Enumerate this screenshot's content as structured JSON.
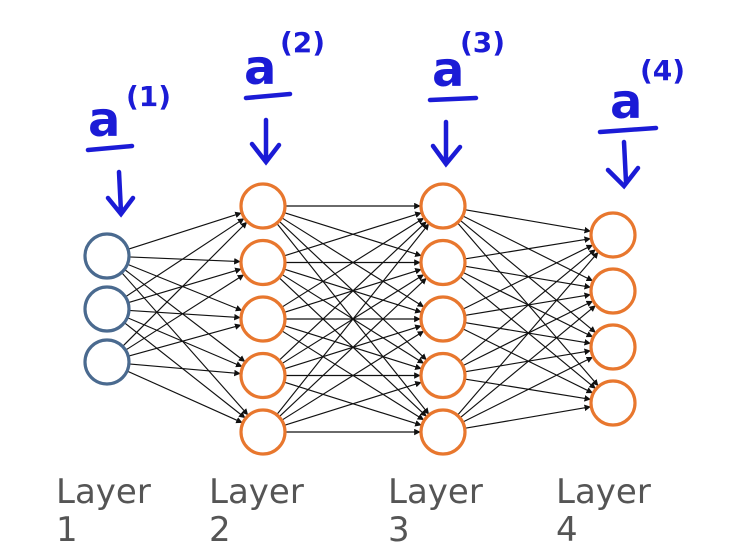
{
  "colors": {
    "input_node": "#4a6a8f",
    "hidden_node": "#e8772e",
    "edge": "#111111",
    "annotation": "#1b1bd6",
    "label": "#555555"
  },
  "layers": [
    {
      "label": "Layer",
      "number": "1",
      "nodes": 3,
      "kind": "input"
    },
    {
      "label": "Layer",
      "number": "2",
      "nodes": 5,
      "kind": "hidden"
    },
    {
      "label": "Layer",
      "number": "3",
      "nodes": 5,
      "kind": "hidden"
    },
    {
      "label": "Layer",
      "number": "4",
      "nodes": 4,
      "kind": "hidden"
    }
  ],
  "annotations": [
    {
      "symbol": "a",
      "superscript": "(1)"
    },
    {
      "symbol": "a",
      "superscript": "(2)"
    },
    {
      "symbol": "a",
      "superscript": "(3)"
    },
    {
      "symbol": "a",
      "superscript": "(4)"
    }
  ]
}
